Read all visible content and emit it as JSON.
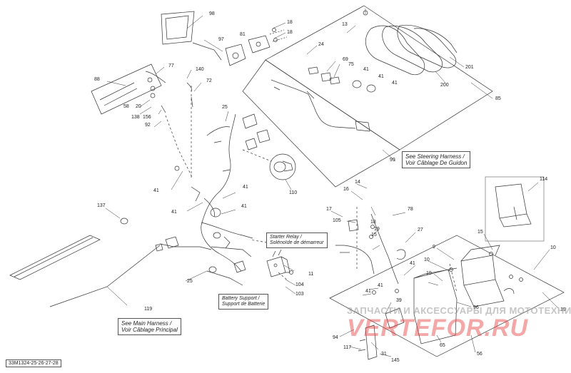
{
  "callouts": {
    "c98": "98",
    "c13": "13",
    "c18a": "18",
    "c18b": "18",
    "c97": "97",
    "c81": "81",
    "c24": "24",
    "c69": "69",
    "c75": "75",
    "c41a": "41",
    "c41b": "41",
    "c41c": "41",
    "c201": "201",
    "c200": "200",
    "c85": "85",
    "c77": "77",
    "c140": "140",
    "c72": "72",
    "c88": "88",
    "c58": "58",
    "c20": "20",
    "c138": "138",
    "c156": "156",
    "c92": "92",
    "c25a": "25",
    "c99": "99",
    "c41d": "41",
    "c41e": "41",
    "c41f": "41",
    "c41g": "41",
    "c110": "110",
    "c137": "137",
    "c114": "114",
    "c14": "14",
    "c16": "16",
    "c78": "78",
    "c17": "17",
    "c105": "105",
    "c18c": "18",
    "c15a": "15",
    "c19a": "19",
    "c27": "27",
    "c15b": "15",
    "c9": "9",
    "c10a": "10",
    "c10b": "10",
    "c11": "11",
    "c25b": "25",
    "c104": "104",
    "c103": "103",
    "c119": "119",
    "c41h": "41",
    "c41i": "41",
    "c41j": "41",
    "c19b": "19",
    "c19c": "19",
    "c39": "39",
    "c96": "96",
    "c56": "56",
    "c94": "94",
    "c117": "117",
    "c31": "31",
    "c65": "65",
    "c145": "145"
  },
  "notes": {
    "steering": [
      "See Steering Harness /",
      "Voir Câblage De Guidon"
    ],
    "main": [
      "See Main Harness /",
      "Voir Câblage Principal"
    ],
    "starter": [
      "Starter Relay /",
      "Solénoïde de démarreur"
    ],
    "battery": [
      "Battery Support /",
      "Support de Batterie"
    ]
  },
  "doc_id": "33M1324-25-26-27-28",
  "watermark": {
    "line1": "ЗАПЧАСТИ И АКСЕССУАРЫ ДЛЯ МОТОТЕХНИКИ",
    "line2": "VERTEFOR.RU"
  }
}
